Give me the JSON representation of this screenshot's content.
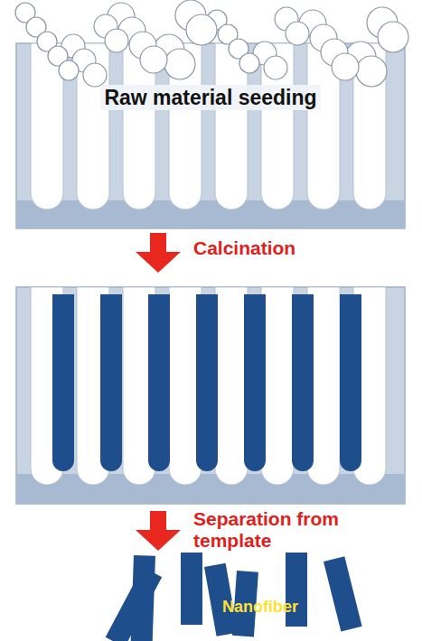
{
  "diagram": {
    "labels": [
      "Raw material seeding",
      "Calcination",
      "Separation from template",
      "Nanofiber"
    ]
  }
}
